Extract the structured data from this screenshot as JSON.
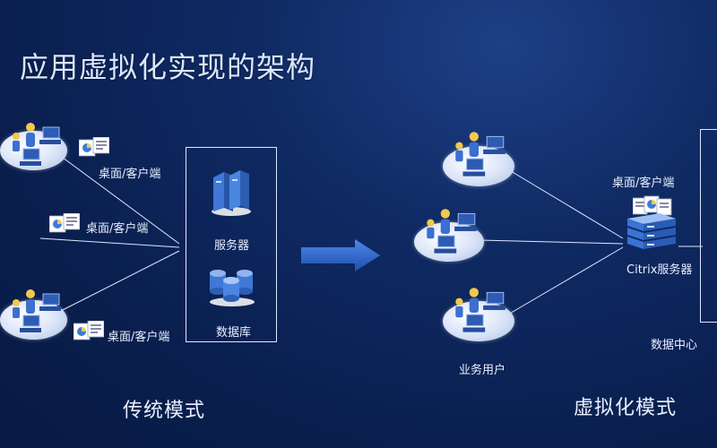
{
  "slide": {
    "title": "应用虚拟化实现的架构"
  },
  "traditional": {
    "mode_label": "传统模式",
    "client_labels": [
      "桌面/客户端",
      "桌面/客户端",
      "桌面/客户端"
    ],
    "server_label": "服务器",
    "database_label": "数据库"
  },
  "virtual": {
    "mode_label": "虚拟化模式",
    "client_label": "桌面/客户端",
    "server_label": "Citrix服务器",
    "datacenter_label": "数据中心",
    "users_label": "业务用户"
  },
  "colors": {
    "background": "#0a1f4f",
    "arrow": "#2a66d6",
    "line": "#dfe8ff"
  }
}
